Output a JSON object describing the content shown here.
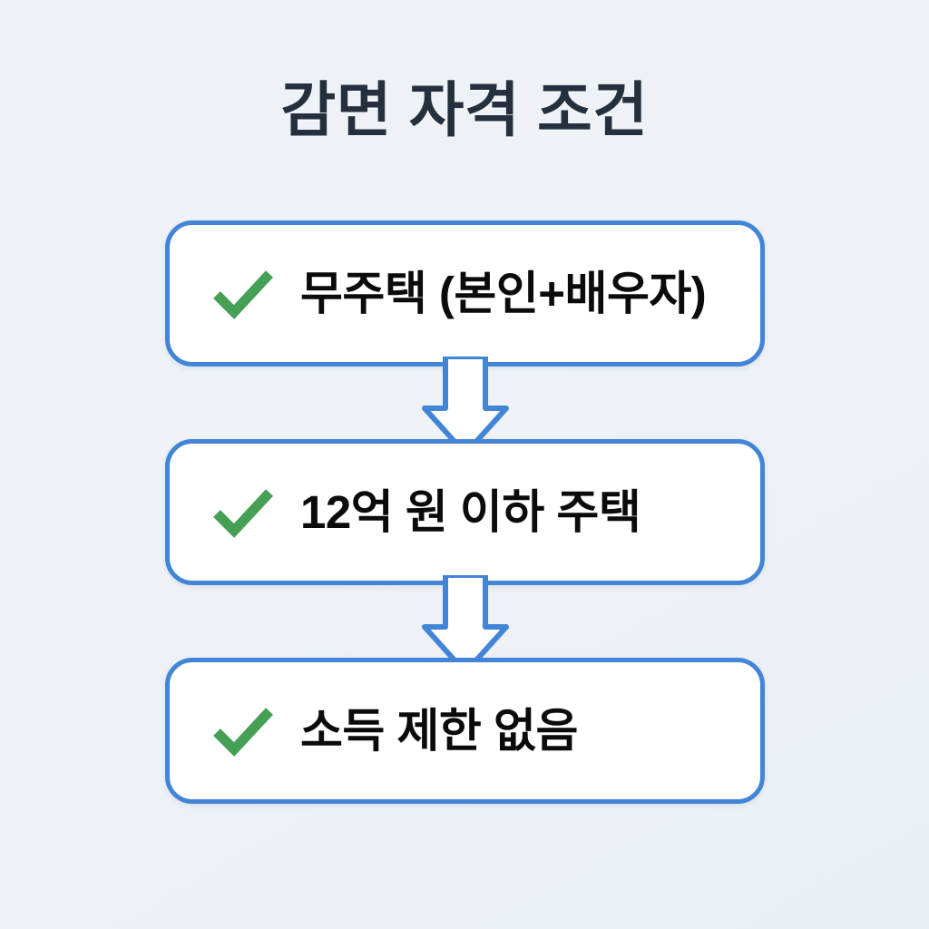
{
  "page": {
    "title": "감면 자격 조건",
    "background_color": "#eef2f7",
    "title_color": "#25303f"
  },
  "theme": {
    "box_border_color": "#4285d6",
    "box_fill_color": "#ffffff",
    "check_color": "#45a055",
    "arrow_outline_color": "#4285d6",
    "arrow_fill_color": "#ffffff",
    "text_color": "#0b0b0b"
  },
  "flow": {
    "steps": [
      {
        "id": "step-1",
        "icon": "check-icon",
        "label": "무주택 (본인+배우자)"
      },
      {
        "id": "step-2",
        "icon": "check-icon",
        "label": "12억 원 이하 주택"
      },
      {
        "id": "step-3",
        "icon": "check-icon",
        "label": "소득 제한 없음"
      }
    ],
    "connectors": [
      {
        "id": "connector-1",
        "icon": "arrow-down-icon",
        "from": "step-1",
        "to": "step-2"
      },
      {
        "id": "connector-2",
        "icon": "arrow-down-icon",
        "from": "step-2",
        "to": "step-3"
      }
    ]
  },
  "chart_data": {
    "type": "diagram",
    "diagram_kind": "vertical-flowchart",
    "title": "감면 자격 조건",
    "nodes": [
      {
        "order": 1,
        "text": "무주택 (본인+배우자)",
        "marker": "check"
      },
      {
        "order": 2,
        "text": "12억 원 이하 주택",
        "marker": "check"
      },
      {
        "order": 3,
        "text": "소득 제한 없음",
        "marker": "check"
      }
    ],
    "edges": [
      {
        "from": 1,
        "to": 2,
        "style": "block-arrow-down"
      },
      {
        "from": 2,
        "to": 3,
        "style": "block-arrow-down"
      }
    ]
  }
}
